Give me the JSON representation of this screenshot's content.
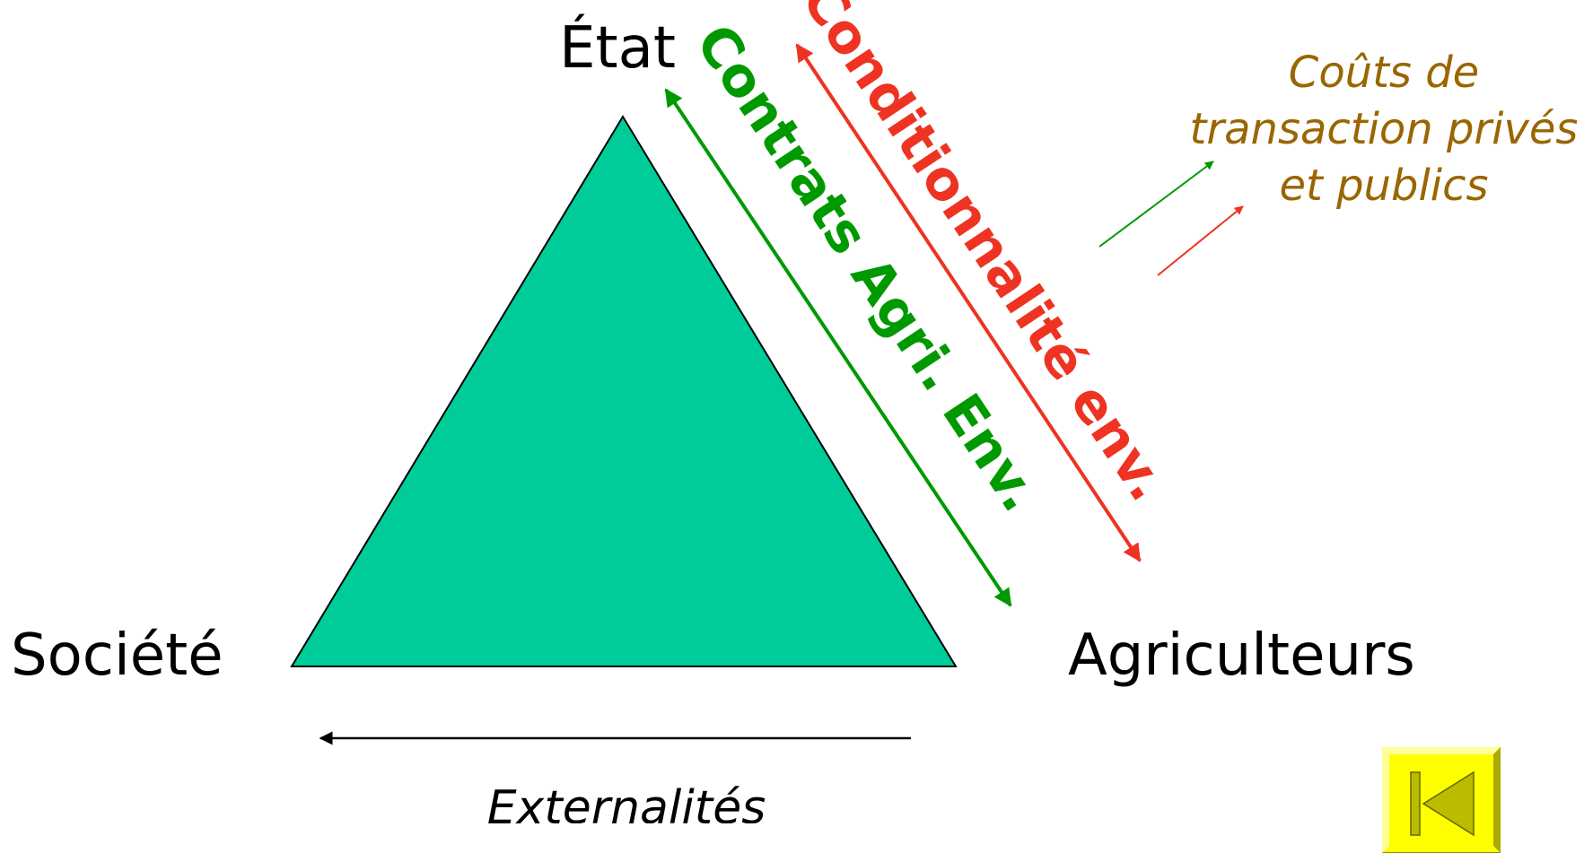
{
  "nodes": {
    "etat": "État",
    "societe": "Société",
    "agriculteurs": "Agriculteurs"
  },
  "relations": {
    "contrats": "Contrats Agri. Env.",
    "conditionnalite": "Conditionnalité env."
  },
  "costs_note": {
    "line1": "Coûts de",
    "line2": "transaction privés",
    "line3": "et publics"
  },
  "externalities": "Externalités",
  "colors": {
    "triangle_fill": "#00CC99",
    "green": "#009900",
    "red": "#EE3322",
    "note": "#996600",
    "button_face": "#FFFF00",
    "button_triangle": "#BBBB00"
  },
  "icons": {
    "back": "first-slide-icon"
  }
}
